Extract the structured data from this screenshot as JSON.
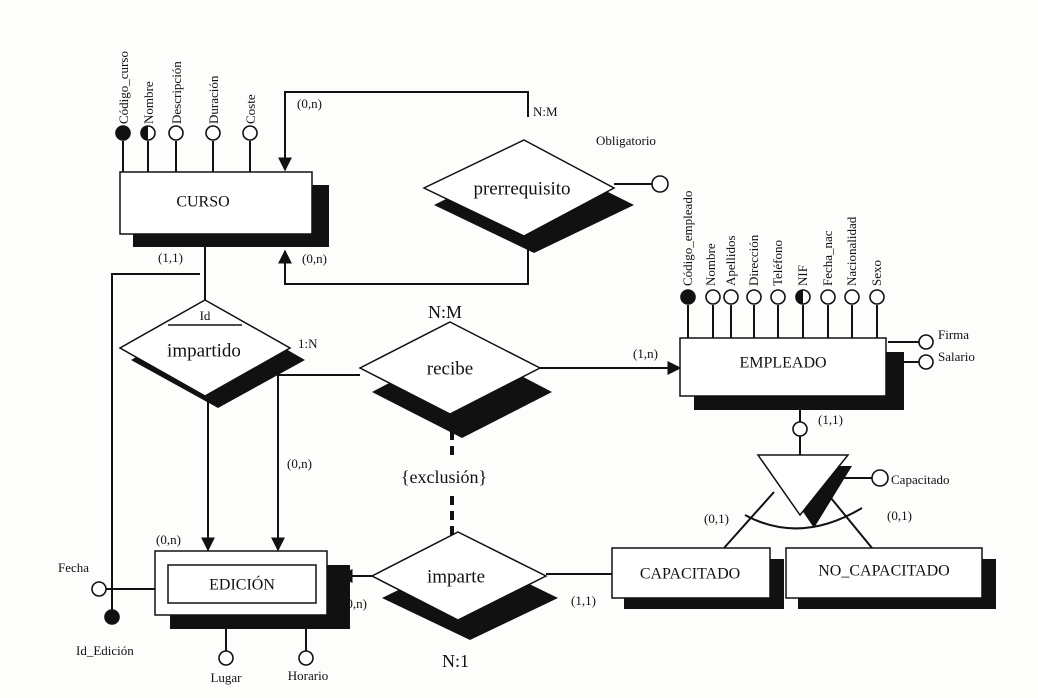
{
  "entities": {
    "curso": "CURSO",
    "empleado": "EMPLEADO",
    "edicion": "EDICIÓN",
    "capacitado": "CAPACITADO",
    "no_capacitado": "NO_CAPACITADO"
  },
  "relationships": {
    "prerrequisito": "prerrequisito",
    "impartido": "impartido",
    "recibe": "recibe",
    "imparte": "imparte",
    "impartido_id": "Id"
  },
  "attributes": {
    "curso": [
      "Código_curso",
      "Nombre",
      "Descripción",
      "Duración",
      "Coste"
    ],
    "empleado": [
      "Código_empleado",
      "Nombre",
      "Apellidos",
      "Dirección",
      "Teléfono",
      "NIF",
      "Fecha_nac",
      "Nacionalidad",
      "Sexo"
    ],
    "empleado_side": [
      "Firma",
      "Salario"
    ],
    "prerrequisito": "Obligatorio",
    "edicion_fecha": "Fecha",
    "edicion_id": "Id_Edición",
    "edicion_lugar": "Lugar",
    "edicion_horario": "Horario",
    "capacitado": "Capacitado"
  },
  "cardinalities": {
    "prereq_top": "(0,n)",
    "prereq_bottom": "(0,n)",
    "prereq_type": "N:M",
    "curso_impartido": "(1,1)",
    "impartido_type": "1:N",
    "impartido_edicion": "(0,n)",
    "recibe_edicion": "(0,n)",
    "recibe_type": "N:M",
    "recibe_empleado": "(1,n)",
    "empleado_isa": "(1,1)",
    "isa_capacitado": "(0,1)",
    "isa_no_capacitado": "(0,1)",
    "capacitado_imparte": "(1,1)",
    "imparte_edicion": "(0,n)",
    "imparte_type": "N:1"
  },
  "constraints": {
    "exclusion": "{exclusión}"
  }
}
